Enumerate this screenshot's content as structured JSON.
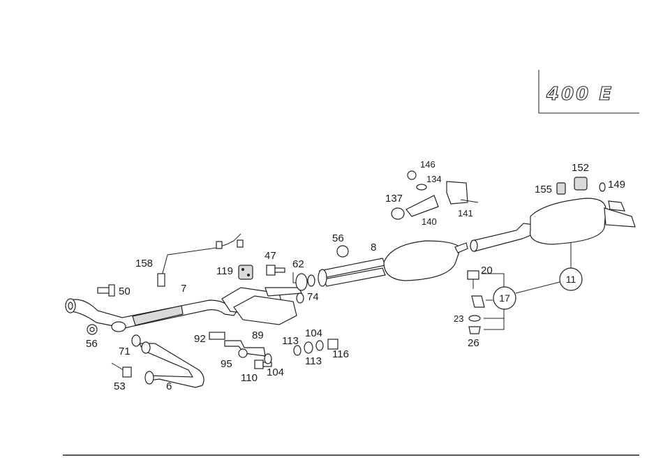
{
  "model_badge": "400 E",
  "labels": {
    "p158": "158",
    "p7": "7",
    "p50": "50",
    "p56a": "56",
    "p71": "71",
    "p53": "53",
    "p6": "6",
    "p119": "119",
    "p47": "47",
    "p62": "62",
    "p74": "74",
    "p92": "92",
    "p89": "89",
    "p95": "95",
    "p110": "110",
    "p104a": "104",
    "p113a": "113",
    "p104b": "104",
    "p113b": "113",
    "p116": "116",
    "p56b": "56",
    "p8": "8",
    "p146": "146",
    "p134": "134",
    "p137": "137",
    "p140": "140",
    "p141": "141",
    "p152": "152",
    "p155": "155",
    "p149": "149",
    "p20": "20",
    "p17": "17",
    "p11": "11",
    "p23": "23",
    "p26": "26"
  }
}
